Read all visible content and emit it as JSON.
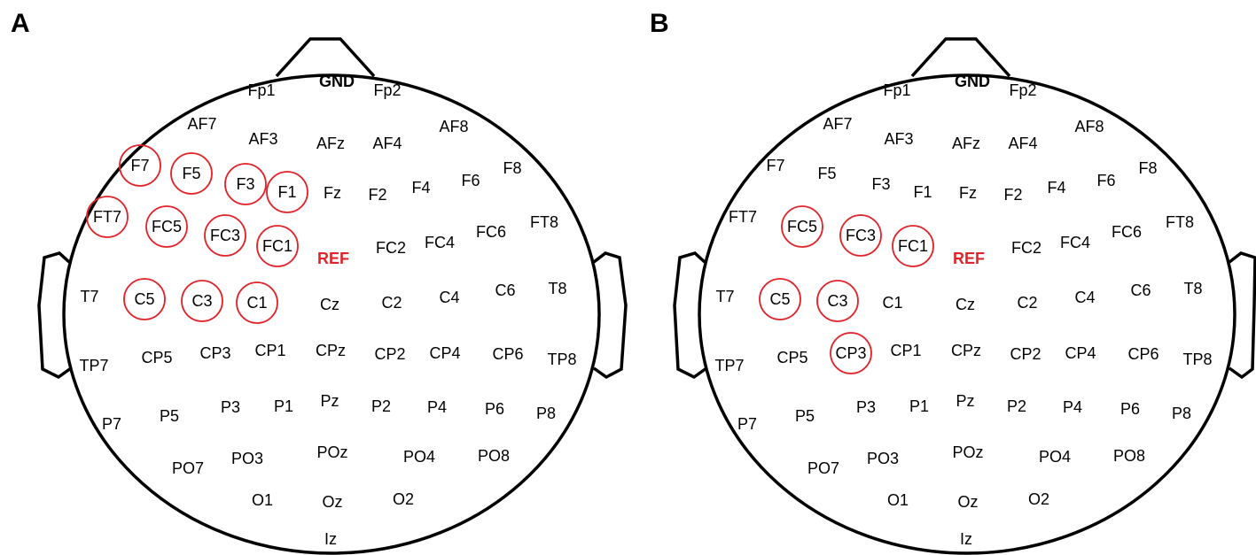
{
  "colors": {
    "highlight": "#e0242a",
    "outline": "#000000",
    "background": "#ffffff"
  },
  "panels": [
    {
      "label": "A",
      "gnd_label": "GND",
      "ref_label": "REF",
      "highlighted": [
        "F7",
        "F5",
        "F3",
        "F1",
        "FT7",
        "FC5",
        "FC3",
        "FC1",
        "C5",
        "C3",
        "C1"
      ]
    },
    {
      "label": "B",
      "gnd_label": "GND",
      "ref_label": "REF",
      "highlighted": [
        "FC5",
        "FC3",
        "FC1",
        "C5",
        "C3",
        "CP3"
      ]
    }
  ],
  "electrodes": [
    "Fp1",
    "Fp2",
    "AF7",
    "AF3",
    "AFz",
    "AF4",
    "AF8",
    "F7",
    "F5",
    "F3",
    "F1",
    "Fz",
    "F2",
    "F4",
    "F6",
    "F8",
    "FT7",
    "FC5",
    "FC3",
    "FC1",
    "FC2",
    "FC4",
    "FC6",
    "FT8",
    "T7",
    "C5",
    "C3",
    "C1",
    "Cz",
    "C2",
    "C4",
    "C6",
    "T8",
    "TP7",
    "CP5",
    "CP3",
    "CP1",
    "CPz",
    "CP2",
    "CP4",
    "CP6",
    "TP8",
    "P7",
    "P5",
    "P3",
    "P1",
    "Pz",
    "P2",
    "P4",
    "P6",
    "P8",
    "PO7",
    "PO3",
    "POz",
    "PO4",
    "PO8",
    "O1",
    "Oz",
    "O2",
    "Iz"
  ]
}
